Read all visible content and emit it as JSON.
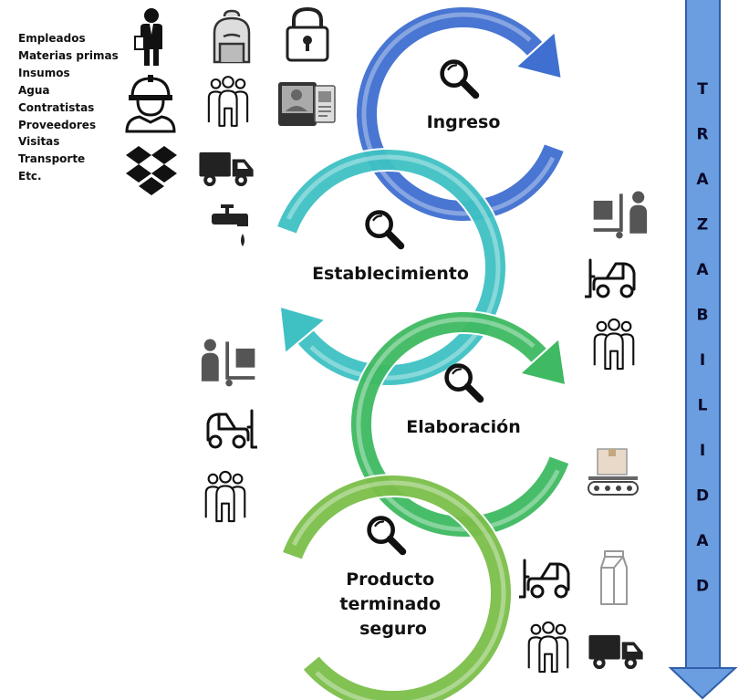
{
  "list_items": [
    "Empleados",
    "Materias primas",
    "Insumos",
    "Agua",
    "Contratistas",
    "Proveedores",
    "Visitas",
    "Transporte",
    "Etc."
  ],
  "stages": [
    {
      "label_lines": [
        "Ingreso"
      ],
      "color": "#3f6fd0"
    },
    {
      "label_lines": [
        "Establecimiento"
      ],
      "color": "#3fc1c4"
    },
    {
      "label_lines": [
        "Elaboración"
      ],
      "color": "#3fba62"
    },
    {
      "label_lines": [
        "Producto",
        "terminado",
        "seguro"
      ],
      "color": "#7cbf4a"
    }
  ],
  "trazabilidad": {
    "letters": [
      "T",
      "R",
      "A",
      "Z",
      "A",
      "B",
      "I",
      "L",
      "I",
      "D",
      "A",
      "D"
    ],
    "color": "#6a9ee0"
  },
  "icons": {
    "top": [
      "businessman-icon",
      "backpack-icon",
      "padlock-icon",
      "construction-worker-icon",
      "group-of-people-icon",
      "id-card-icon",
      "dropbox-icon",
      "truck-icon",
      "water-faucet-icon"
    ],
    "right_establecimiento": [
      "hand-truck-worker-icon",
      "forklift-icon",
      "group-of-people-icon"
    ],
    "left_elaboracion": [
      "hand-truck-worker-icon",
      "forklift-icon",
      "group-of-people-icon"
    ],
    "right_elaboracion": [
      "conveyor-box-icon"
    ],
    "bottom_right": [
      "forklift-icon",
      "milk-carton-icon",
      "group-of-people-icon",
      "truck-icon"
    ]
  }
}
